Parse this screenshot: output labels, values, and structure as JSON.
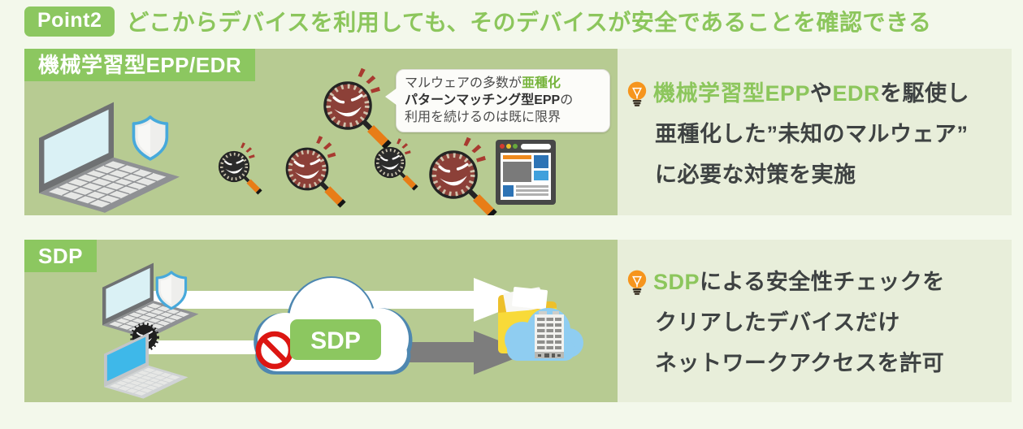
{
  "header": {
    "badge": "Point2",
    "title": "どこからデバイスを利用しても、そのデバイスが安全であることを確認できる"
  },
  "epp": {
    "label": "機械学習型EPP/EDR",
    "bubble": {
      "line1_normal": "マルウェアの多数が",
      "line1_highlight": "亜種化",
      "line2_bold": "パターンマッチング型EPP",
      "line2_tail": "の",
      "line3": "利用を続けるのは既に限界"
    },
    "note": {
      "line1_green1": "機械学習型EPP",
      "line1_dark1": "や",
      "line1_green2": "EDR",
      "line1_dark2": "を駆使し",
      "line2": "亜種化した”未知のマルウェア”",
      "line3": "に必要な対策を実施"
    }
  },
  "sdp": {
    "label": "SDP",
    "cloud_label": "SDP",
    "note": {
      "line1_green": "SDP",
      "line1_dark": "による安全性チェックを",
      "line2": "クリアしたデバイスだけ",
      "line3": "ネットワークアクセスを許可"
    }
  },
  "colors": {
    "accent_green": "#8cc760",
    "title_green": "#8cc65c",
    "panel_green": "#b7cb92",
    "note_panel_green": "#e8eeda",
    "page_bg": "#f3f8eb",
    "text_dark": "#3e4242",
    "virus_maroon": "#8c4038",
    "virus_black": "#2b2b2b",
    "handle_orange": "#e87d17",
    "prohibition_red": "#dc1612",
    "bulb_orange": "#f6951d",
    "shield_blue": "#47a9db",
    "cloud_outline_blue": "#4e87b0"
  }
}
